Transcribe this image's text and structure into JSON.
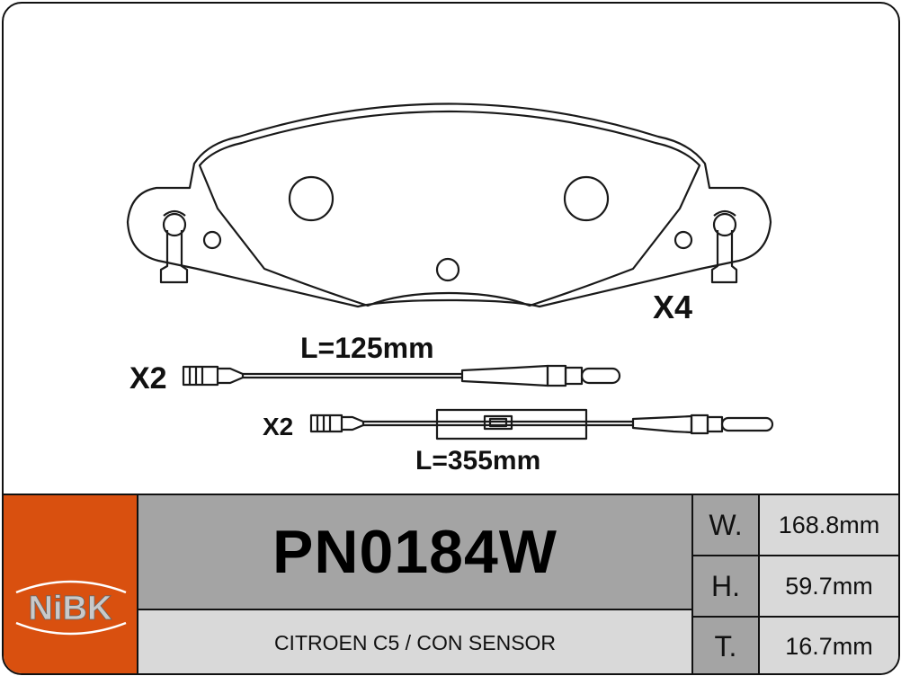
{
  "drawing": {
    "quantity_pads": "X4",
    "sensor_short": {
      "quantity": "X2",
      "length": "L=125mm"
    },
    "sensor_long": {
      "quantity": "X2",
      "length": "L=355mm"
    }
  },
  "brand": {
    "logo_text": "NiBK",
    "logo_color": "#d9500f"
  },
  "product": {
    "part_number": "PN0184W",
    "description": "CITROEN C5 / CON SENSOR"
  },
  "dimensions": [
    {
      "label": "W.",
      "value": "168.8mm"
    },
    {
      "label": "H.",
      "value": "59.7mm"
    },
    {
      "label": "T.",
      "value": "16.7mm"
    }
  ],
  "colors": {
    "header_gray": "#a4a4a4",
    "light_gray": "#d9d9d9",
    "line": "#111111"
  }
}
